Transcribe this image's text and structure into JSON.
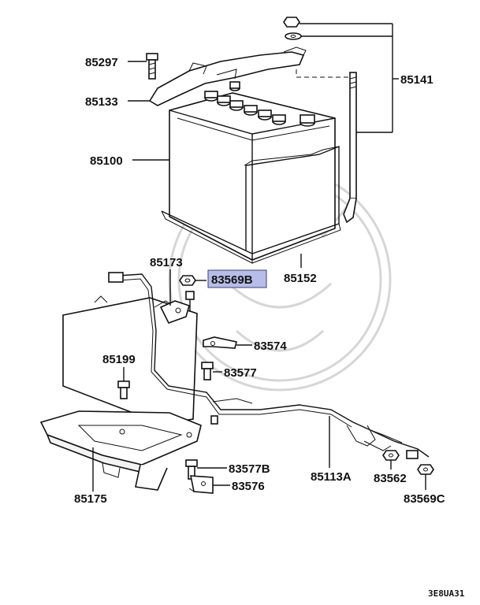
{
  "highlight_color": "#b7bde8",
  "callouts": [
    {
      "id": "p85297",
      "label": "85297"
    },
    {
      "id": "p85133",
      "label": "85133"
    },
    {
      "id": "p85100",
      "label": "85100"
    },
    {
      "id": "p85141",
      "label": "85141"
    },
    {
      "id": "p85173",
      "label": "85173"
    },
    {
      "id": "p83569b",
      "label": "83569B",
      "highlighted": true
    },
    {
      "id": "p85152",
      "label": "85152"
    },
    {
      "id": "p83574",
      "label": "83574"
    },
    {
      "id": "p85199",
      "label": "85199"
    },
    {
      "id": "p83577",
      "label": "83577"
    },
    {
      "id": "p83577b",
      "label": "83577B"
    },
    {
      "id": "p83576",
      "label": "83576"
    },
    {
      "id": "p85175",
      "label": "85175"
    },
    {
      "id": "p85113a",
      "label": "85113A"
    },
    {
      "id": "p83562",
      "label": "83562"
    },
    {
      "id": "p83569c",
      "label": "83569C"
    }
  ],
  "diagram_code": "3E8UA31"
}
